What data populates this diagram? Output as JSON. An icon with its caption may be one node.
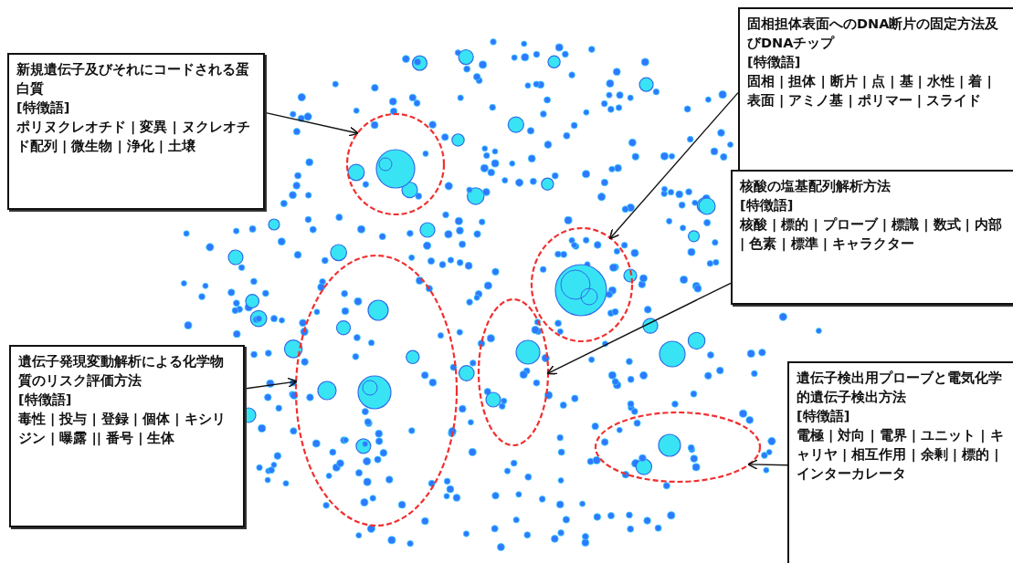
{
  "diagram": {
    "nodes": [
      {
        "text": [
          "新規遺伝子及びそれにコードされる蛋白質",
          "[特徴語]",
          "ポリヌクレオチド | 変異 | ヌクレオチド配列 | 微生物 | 浄化 | 土壌"
        ]
      },
      {
        "text": [
          "固相担体表面へのDNA断片の固定方法及びDNAチップ",
          "[特徴語]",
          "固相 | 担体 | 断片 | 点 | 基 | 水性 | 着 | 表面 | アミノ基 | ポリマー | スライド"
        ]
      },
      {
        "text": [
          "核酸の塩基配列解析方法",
          "[特徴語]",
          "核酸 | 標的 | プローブ | 標識 | 数式 | 内部 | 色素 | 標準 | キャラクター"
        ]
      },
      {
        "text": [
          "遺伝子発現変動解析による化学物質のリスク評価方法",
          "[特徴語]",
          "毒性 | 投与 | 登録 | 個体 | キシリジン | 曝露 || 番号 | 生体"
        ]
      },
      {
        "text": [
          "遺伝子検出用プローブと電気化学的遺伝子検出方法",
          "[特徴語]",
          "電極 | 対向 | 電界 | ユニット | キャリヤ | 相互作用 | 余剰 | 標的 | インターカレータ"
        ]
      },
      {
        "text": [],
        "shape": "circle"
      },
      {
        "text": [],
        "shape": "circle"
      },
      {
        "text": [],
        "shape": "circle"
      },
      {
        "text": [],
        "shape": "circle"
      },
      {
        "text": [],
        "shape": "circle"
      }
    ],
    "edges": [
      {
        "from": 0,
        "to": 6,
        "arrow": "to"
      },
      {
        "from": 1,
        "to": 8,
        "arrow": "to"
      },
      {
        "from": 2,
        "to": 7,
        "arrow": "to"
      },
      {
        "from": 3,
        "to": 5,
        "arrow": "to"
      },
      {
        "from": 4,
        "to": 9,
        "arrow": "to"
      }
    ]
  }
}
